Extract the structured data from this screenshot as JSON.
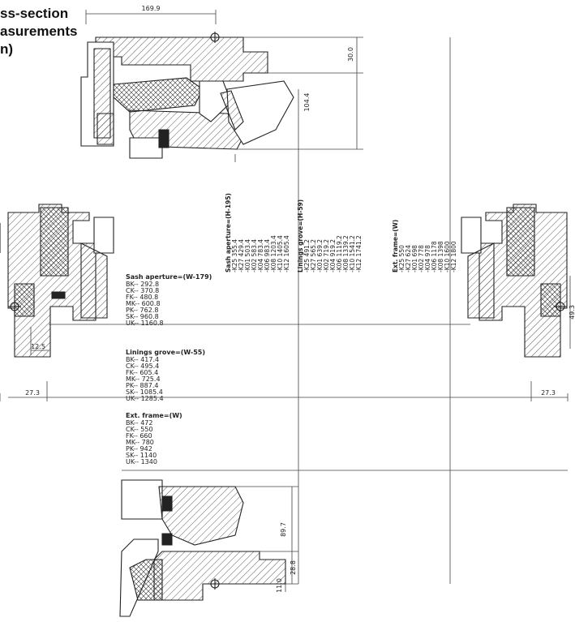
{
  "title_lines": [
    "ss-section",
    "asurements",
    "n)"
  ],
  "top_width": "169.9",
  "top_dims": [
    "30.0",
    "104.4"
  ],
  "bottom_dims": [
    "89.7",
    "28.8",
    "11.0"
  ],
  "side_dims": {
    "left_small": "12.5",
    "left": "27.3",
    "right": "27.3",
    "right_small": "49.3"
  },
  "width_tables": [
    {
      "title": "Sash aperture=(W-179)",
      "rows": [
        "BK-- 292.8",
        "CK-- 370.8",
        "FK-- 480.8",
        "MK-- 600.8",
        "PK-- 762.8",
        "SK-- 960.8",
        "UK-- 1160.8"
      ]
    },
    {
      "title": "Linings grove=(W-55)",
      "rows": [
        "BK-- 417.4",
        "CK-- 495.4",
        "FK-- 605.4",
        "MK-- 725.4",
        "PK-- 887.4",
        "SK-- 1085.4",
        "UK-- 1285.4"
      ]
    },
    {
      "title": "Ext. frame=(W)",
      "rows": [
        "BK-- 472",
        "CK-- 550",
        "FK-- 660",
        "MK-- 780",
        "PK-- 942",
        "SK-- 1140",
        "UK-- 1340"
      ]
    }
  ],
  "height_tables": [
    {
      "title": "Sash aperture=(H-195)",
      "rows": [
        "-K25 355.4",
        "-K27 429.4",
        "-K01 503.4",
        "-K02 583.4",
        "-K04 783.4",
        "-K06 983.4",
        "-K08 1203.4",
        "-K10 1405.4",
        "-K12 1605.4"
      ]
    },
    {
      "title": "Linings grove=(H-59)",
      "rows": [
        "-K25 491.2",
        "-K27 565.2",
        "-K01 639.2",
        "-K02 719.2",
        "-K04 919.2",
        "-K06 1119.2",
        "-K08 1339.2",
        "-K10 1541.2",
        "-K12 1741.2"
      ]
    },
    {
      "title": "Ext. frame=(W)",
      "rows": [
        "-K25 550",
        "-K27 624",
        "-K01 698",
        "-K02 778",
        "-K04 978",
        "-K06 1178",
        "-K08 1398",
        "-K10 1600",
        "-K12 1800"
      ]
    }
  ]
}
